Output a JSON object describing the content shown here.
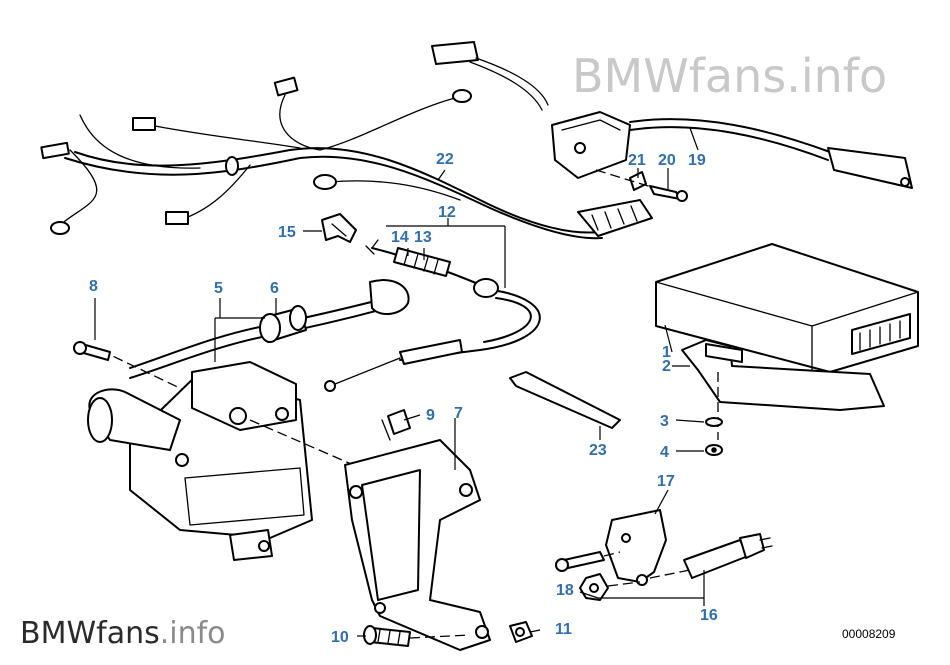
{
  "watermark_top": "BMWfans.info",
  "watermark_bottom": {
    "main": "BMWfans",
    "suffix": ".info"
  },
  "reference_number": "00008209",
  "callouts": {
    "c1": "1",
    "c2": "2",
    "c3": "3",
    "c4": "4",
    "c5": "5",
    "c6": "6",
    "c7": "7",
    "c8": "8",
    "c9": "9",
    "c10": "10",
    "c11": "11",
    "c12": "12",
    "c13": "13",
    "c14": "14",
    "c15": "15",
    "c16": "16",
    "c17": "17",
    "c18": "18",
    "c19": "19",
    "c20": "20",
    "c21": "21",
    "c22": "22",
    "c23": "23"
  },
  "colors": {
    "callout": "#2f6fae",
    "watermark": "#c8c8c8"
  }
}
